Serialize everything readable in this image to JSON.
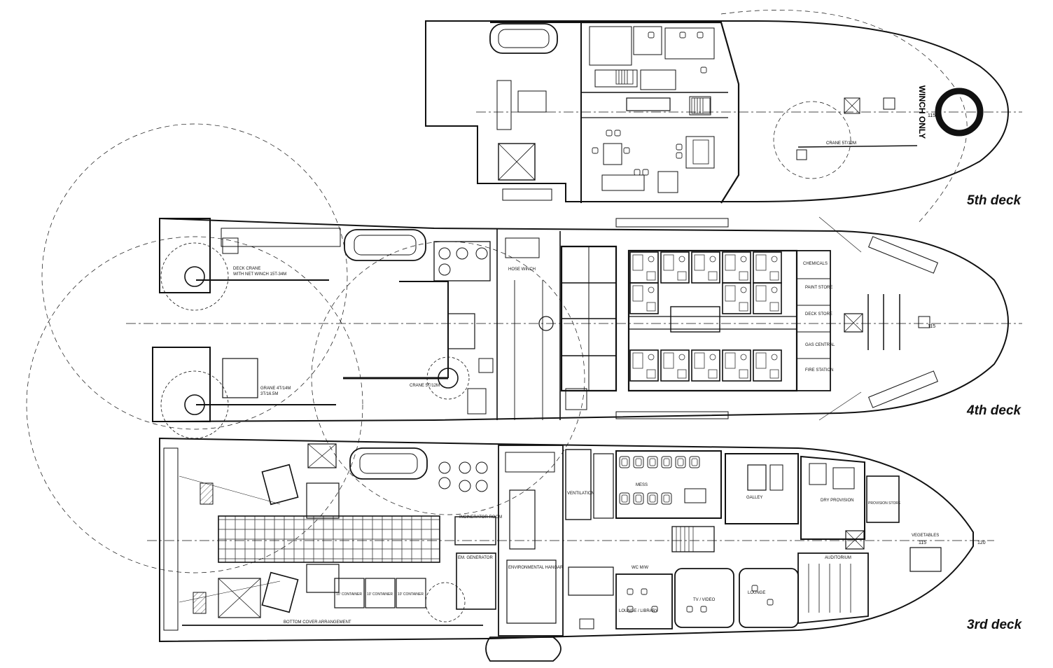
{
  "decks": {
    "fifth": {
      "title": "5th deck"
    },
    "fourth": {
      "title": "4th deck"
    },
    "third": {
      "title": "3rd deck"
    }
  },
  "fifth_deck_labels": {
    "winch": "WINCH ONLY",
    "crane": "CRANE 5T/12M",
    "frame_115": "115"
  },
  "fourth_deck_labels": {
    "deck_crane": "DECK CRANE",
    "deck_crane_sub": "WITH NET WINCH 15T-34M",
    "grane": "GRANE 4T/14M",
    "grane_sub": "3T/16.5M",
    "crane_stern": "CRANE 5T/12M",
    "hose_winch": "HOSE WINCH",
    "chemicals": "CHEMICALS",
    "paint_store": "PAINT STORE",
    "deck_store": "DECK STORE",
    "gas_central": "GAS CENTRAL",
    "fire_station": "FIRE STATION",
    "frame_115": "115"
  },
  "third_deck_labels": {
    "ventilation": "VENTILATION",
    "incinerator": "INCINERATOR ROOM",
    "em_generator": "EM. GENERATOR",
    "env_hangar": "ENVIRONMENTAL HANGAR",
    "containers": [
      "10' CONTAINER",
      "10' CONTAINER",
      "10' CONTAINER"
    ],
    "bottom_cover": "BOTTOM COVER ARRANGEMENT",
    "mess": "MESS",
    "galley": "GALLEY",
    "dry_provision": "DRY PROVISION",
    "provision_store": "PROVISION STORE",
    "vegetables": "VEGETABLES",
    "auditorium": "AUDITORIUM",
    "lounge_library": "LOUNGE / LIBRARY",
    "tv_video": "TV / VIDEO",
    "lounge": "LOUNGE",
    "wc": "WC M/W",
    "frame_115": "115",
    "frame_120": "120"
  }
}
